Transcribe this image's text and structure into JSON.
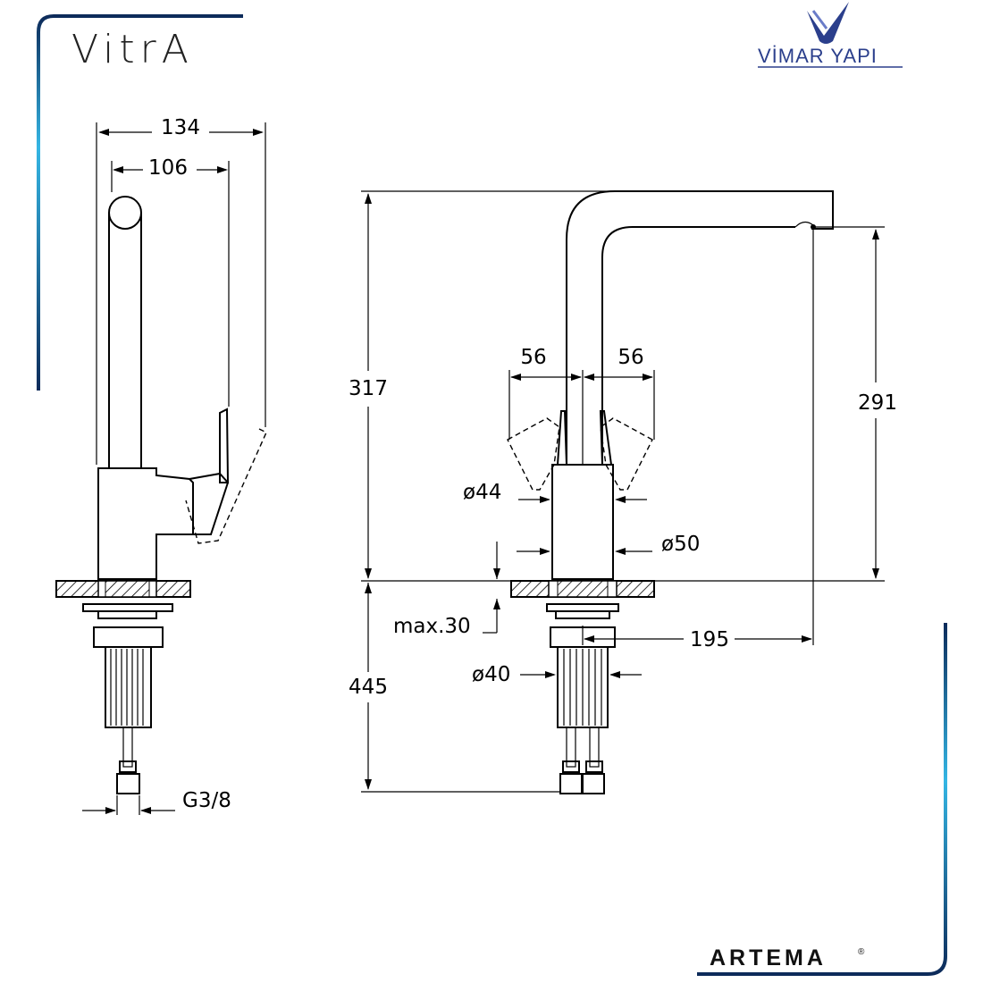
{
  "brands": {
    "top_left": "VitrA",
    "top_right": "VİMAR YAPI",
    "bottom_right": "ARTEMA",
    "bottom_right_mark": "®"
  },
  "side_view": {
    "dim_total_width": "134",
    "dim_handle_width": "106",
    "dim_connection": "G3/8"
  },
  "front_view": {
    "dim_left_handle": "56",
    "dim_right_handle": "56",
    "dim_height_above": "317",
    "dim_spout_height": "291",
    "dim_lever_dia": "ø44",
    "dim_body_dia": "ø50",
    "dim_max_thickness": "max.30",
    "dim_spout_reach": "195",
    "dim_shank_dia": "ø40",
    "dim_height_below": "445"
  },
  "colors": {
    "frame_dark": "#0d2b5a",
    "frame_light": "#34b6e4",
    "brand_blue": "#2b3f8c"
  }
}
